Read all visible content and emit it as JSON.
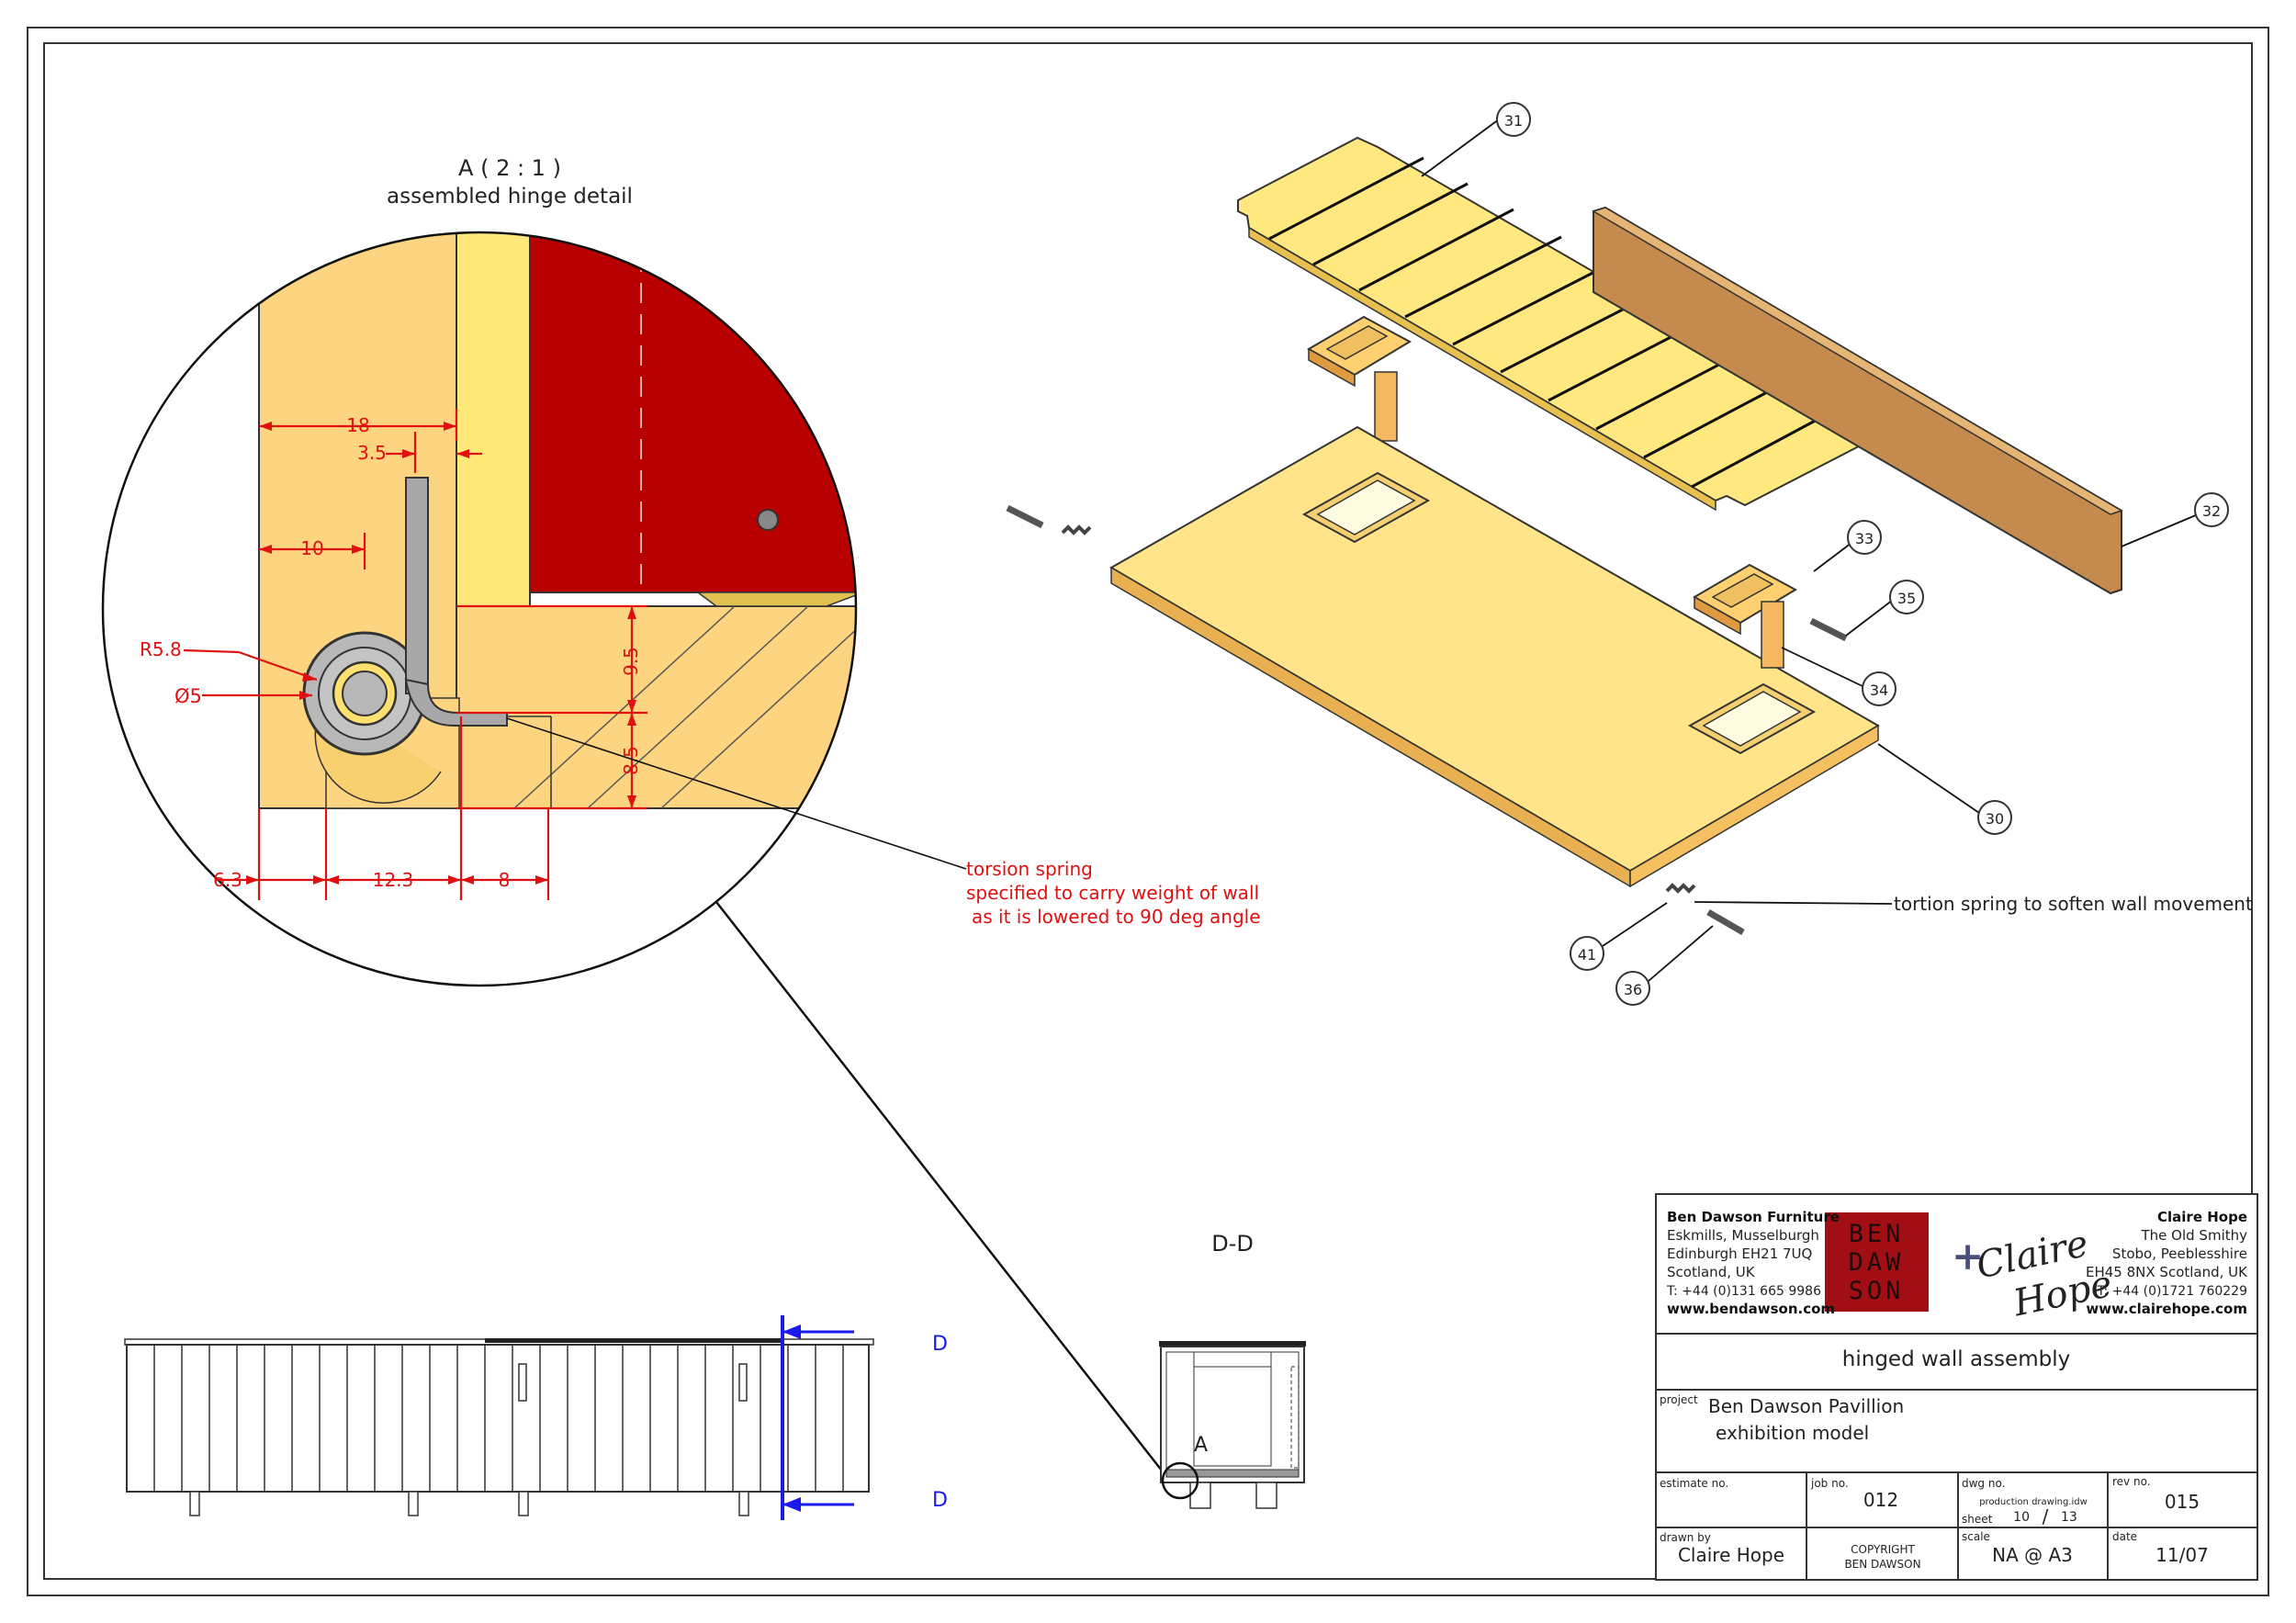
{
  "detail": {
    "title": "A  ( 2 : 1 )",
    "subtitle": "assembled hinge detail",
    "dims": {
      "d18": "18",
      "d3_5": "3.5",
      "d10": "10",
      "r5_8": "R5.8",
      "phi5": "Ø5",
      "d9_5": "9.5",
      "d8_5": "8.5",
      "d6_3": "6.3",
      "d12_3": "12.3",
      "d8": "8"
    },
    "note": [
      "torsion spring",
      "specified to carry weight of wall",
      "as it is lowered to 90 deg angle"
    ]
  },
  "exploded": {
    "balloons": [
      "31",
      "32",
      "33",
      "35",
      "34",
      "30",
      "41",
      "36"
    ],
    "spring_note": "tortion spring to soften wall movement"
  },
  "section": {
    "title": "D-D",
    "label_a": "A",
    "arrow_labels": [
      "D",
      "D"
    ]
  },
  "title_block": {
    "left": {
      "company": "Ben Dawson Furniture",
      "address": [
        "Eskmills, Musselburgh",
        "Edinburgh EH21 7UQ",
        "Scotland, UK"
      ],
      "phone": "T: +44 (0)131 665 9986",
      "web": "www.bendawson.com"
    },
    "logo_text": [
      "BEN",
      "DAW",
      "SON"
    ],
    "plus": "+",
    "signature": [
      "Claire",
      "Hope"
    ],
    "right": {
      "company": "Claire Hope",
      "address": [
        "The Old Smithy",
        "Stobo, Peeblesshire",
        "EH45 8NX Scotland, UK"
      ],
      "phone": "T: +44 (0)1721 760229",
      "web": "www.clairehope.com"
    },
    "drawing_title": "hinged wall assembly",
    "project_label": "project",
    "project": [
      "Ben Dawson Pavillion",
      "exhibition model"
    ],
    "estimate_label": "estimate no.",
    "job_label": "job no.",
    "job": "012",
    "dwg_label": "dwg no.",
    "dwg_file": "production drawing.idw",
    "sheet_label": "sheet",
    "sheet": "10",
    "sheet_sep": "/",
    "sheets": "13",
    "rev_label": "rev no.",
    "rev": "015",
    "drawn_label": "drawn by",
    "drawn": "Claire Hope",
    "copyright": [
      "COPYRIGHT",
      "BEN DAWSON"
    ],
    "scale_label": "scale",
    "scale": "NA @ A3",
    "date_label": "date",
    "date": "11/07"
  },
  "colors": {
    "wood": "#fdd580",
    "wood_light": "#ffe87a",
    "red_panel": "#b80000",
    "dim_red": "#e01010",
    "section_blue": "#1a1aee",
    "brown_panel": "#c48a4e"
  }
}
